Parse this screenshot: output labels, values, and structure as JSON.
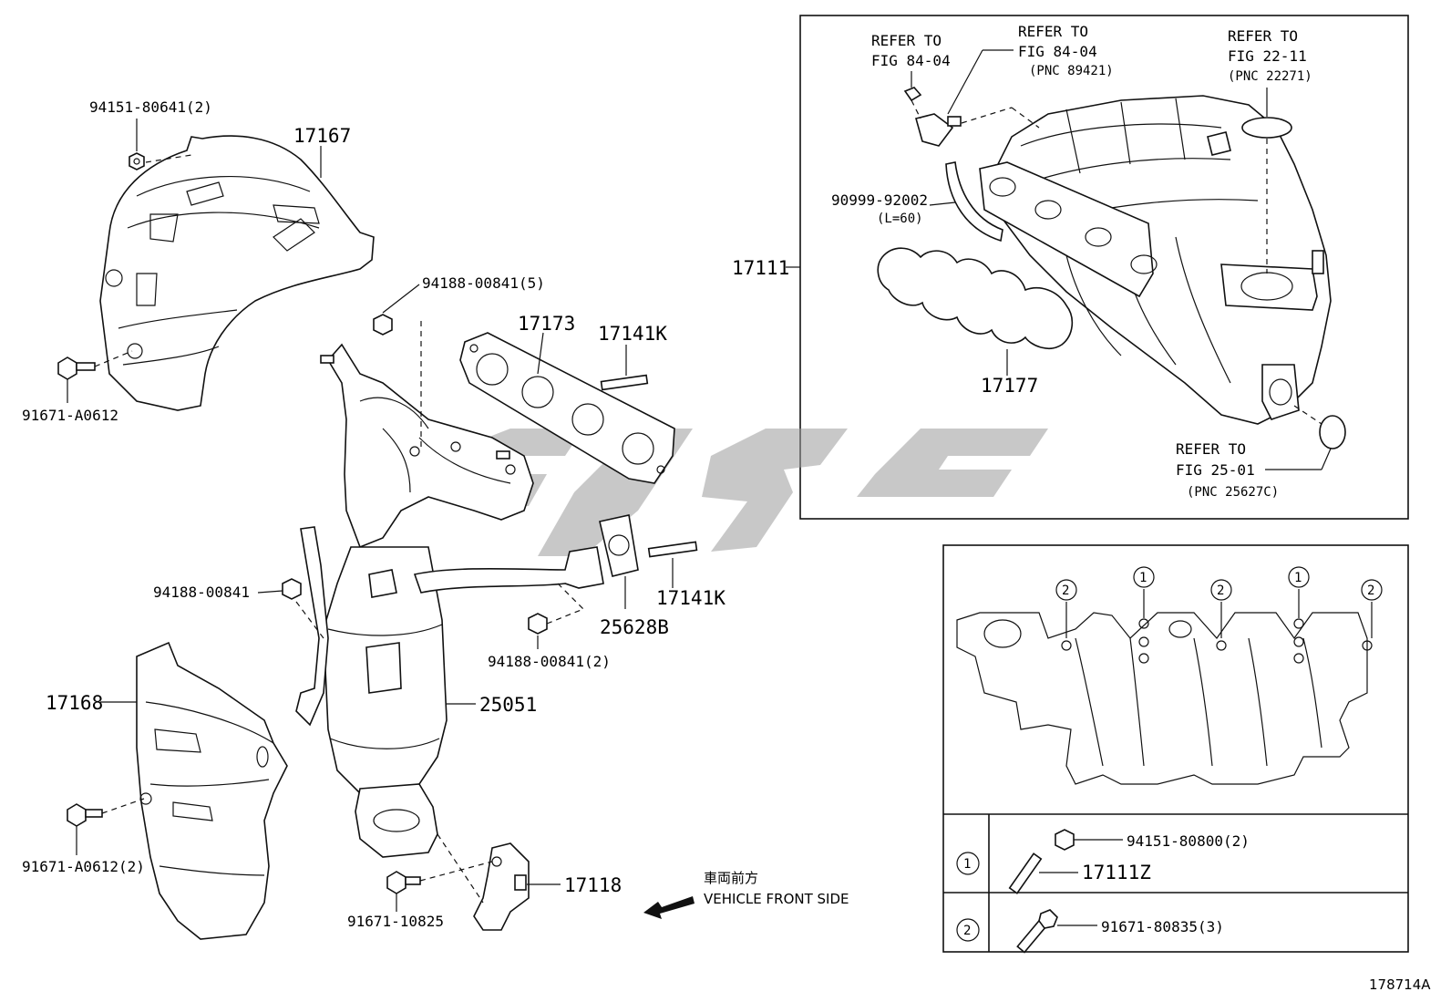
{
  "diagram": {
    "parts": {
      "p17167": "17167",
      "p94151_80641": "94151-80641(2)",
      "p91671_A0612": "91671-A0612",
      "p94188_00841_5": "94188-00841(5)",
      "p17173": "17173",
      "p17141K_a": "17141K",
      "p17141K_b": "17141K",
      "p94188_00841": "94188-00841",
      "p25628B": "25628B",
      "p94188_00841_2": "94188-00841(2)",
      "p17168": "17168",
      "p25051": "25051",
      "p91671_A0612_2": "91671-A0612(2)",
      "p17118": "17118",
      "p91671_10825": "91671-10825",
      "p17111": "17111",
      "p90999_92002": "90999-92002",
      "p90999_len": "(L=60)",
      "p17177": "17177"
    },
    "refs": {
      "ref1_line1": "REFER TO",
      "ref1_line2": "FIG 84-04",
      "ref2_line1": "REFER TO",
      "ref2_line2": "FIG 84-04",
      "ref2_pnc": "(PNC 89421)",
      "ref3_line1": "REFER TO",
      "ref3_line2": "FIG 22-11",
      "ref3_pnc": "(PNC 22271)",
      "ref4_line1": "REFER TO",
      "ref4_line2": "FIG 25-01",
      "ref4_pnc": "(PNC 25627C)"
    },
    "direction": {
      "japanese": "車両前方",
      "english": "VEHICLE FRONT SIDE"
    },
    "legend": {
      "marker_1": "1",
      "marker_2": "2",
      "row1_part_a": "94151-80800(2)",
      "row1_part_b": "17111Z",
      "row2_part": "91671-80835(3)"
    },
    "figure_id": "178714A"
  }
}
